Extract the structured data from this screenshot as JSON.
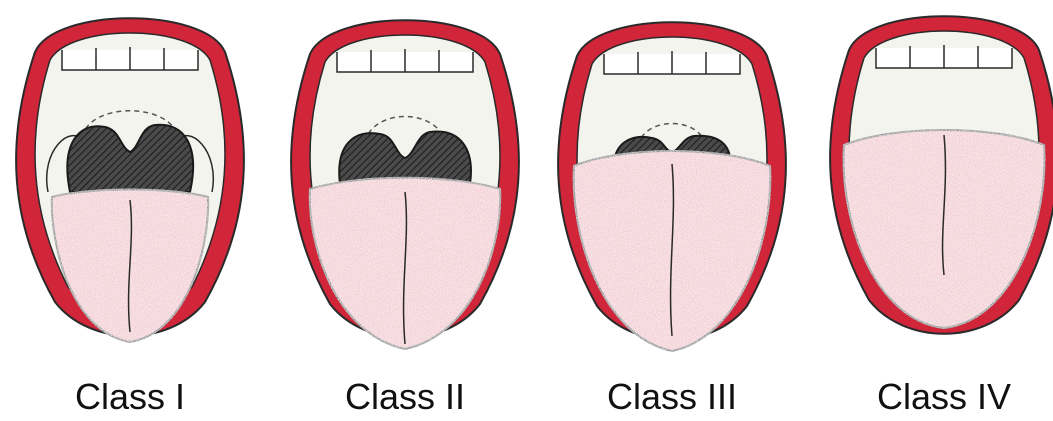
{
  "panels": [
    {
      "label": "Class I",
      "uvula": "full",
      "pillars": true
    },
    {
      "label": "Class II",
      "uvula": "partial",
      "pillars": false
    },
    {
      "label": "Class III",
      "uvula": "base",
      "pillars": false
    },
    {
      "label": "Class IV",
      "uvula": "none",
      "pillars": false
    }
  ],
  "colors": {
    "lips": "#d1263a",
    "mouth": "#f4f4ef",
    "tongue": "#eeb8c1",
    "uvula": "#4a4a4a",
    "outline": "#2a2a2a"
  }
}
